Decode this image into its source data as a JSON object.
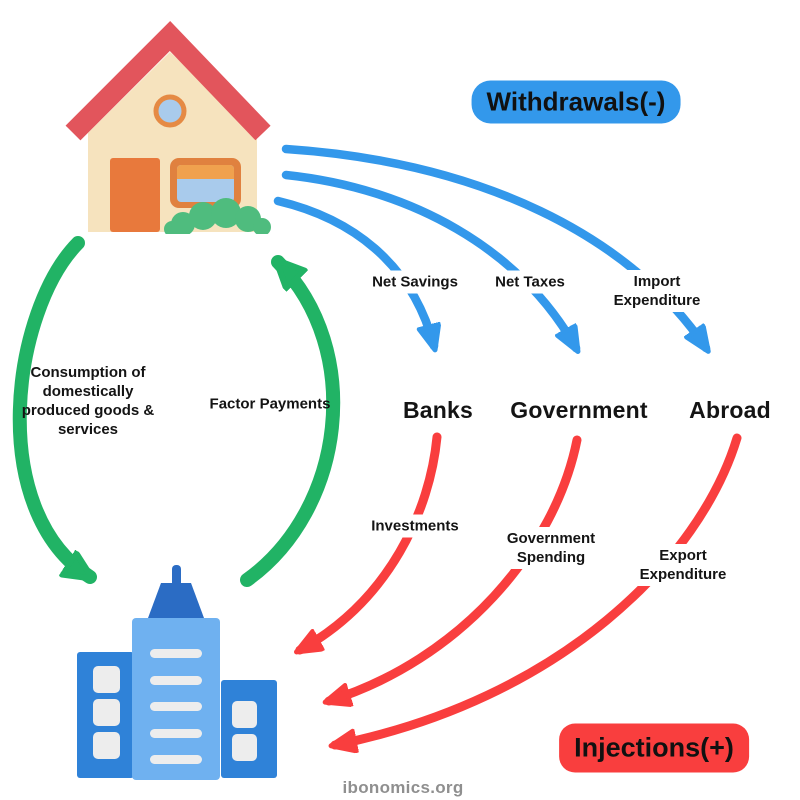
{
  "diagram": {
    "title_badges": {
      "withdrawals": {
        "label": "Withdrawals(-)",
        "color": "#3398EB"
      },
      "injections": {
        "label": "Injections(+)",
        "color": "#F93E3E"
      }
    },
    "nodes": {
      "households": {
        "icon": "house-icon"
      },
      "firms": {
        "icon": "office-building-icon"
      },
      "banks": {
        "label": "Banks"
      },
      "government": {
        "label": "Government"
      },
      "abroad": {
        "label": "Abroad"
      }
    },
    "flows": {
      "consumption": {
        "label": "Consumption of\ndomestically\nproduced goods &\nservices",
        "from": "households",
        "to": "firms",
        "color": "#21B365"
      },
      "factor_payments": {
        "label": "Factor Payments",
        "from": "firms",
        "to": "households",
        "color": "#21B365"
      },
      "net_savings": {
        "label": "Net Savings",
        "from": "households",
        "to": "banks",
        "color": "#3398EB"
      },
      "net_taxes": {
        "label": "Net Taxes",
        "from": "households",
        "to": "government",
        "color": "#3398EB"
      },
      "import_expenditure": {
        "label": "Import\nExpenditure",
        "from": "households",
        "to": "abroad",
        "color": "#3398EB"
      },
      "investments": {
        "label": "Investments",
        "from": "banks",
        "to": "firms",
        "color": "#F93E3E"
      },
      "government_spending": {
        "label": "Government\nSpending",
        "from": "government",
        "to": "firms",
        "color": "#F93E3E"
      },
      "export_expenditure": {
        "label": "Export\nExpenditure",
        "from": "abroad",
        "to": "firms",
        "color": "#F93E3E"
      }
    },
    "watermark": "ibonomics.org"
  },
  "colors": {
    "withdrawal_blue": "#3398EB",
    "injection_red": "#F93E3E",
    "real_flow_green": "#21B365",
    "text": "#141414",
    "background": "#FFFFFF"
  }
}
